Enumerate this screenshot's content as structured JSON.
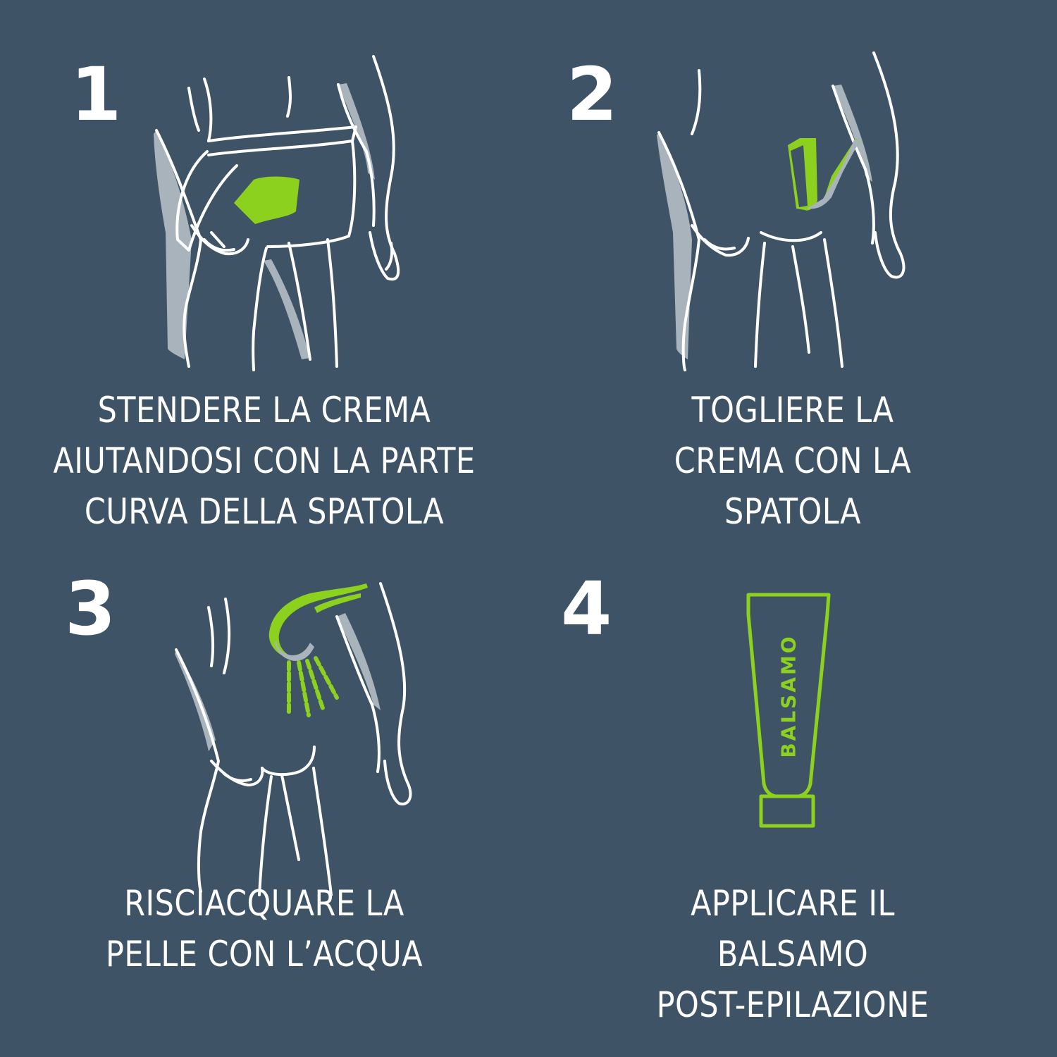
{
  "steps": [
    {
      "number": "1",
      "lines": [
        "STENDERE LA CREMA",
        "AIUTANDOSI CON LA PARTE",
        "CURVA DELLA SPATOLA"
      ]
    },
    {
      "number": "2",
      "lines": [
        "TOGLIERE LA",
        "CREMA CON LA",
        "SPATOLA"
      ]
    },
    {
      "number": "3",
      "lines": [
        "RISCIACQUARE LA",
        "PELLE CON L’ACQUA"
      ]
    },
    {
      "number": "4",
      "lines": [
        "APPLICARE IL",
        "BALSAMO",
        "POST-EPILAZIONE"
      ]
    }
  ],
  "tube": {
    "label": "BALSAMO"
  },
  "colors": {
    "background": "#3e5366",
    "accent": "#8dd11f",
    "line": "#ffffff",
    "shadow": "#a9b3bc"
  }
}
